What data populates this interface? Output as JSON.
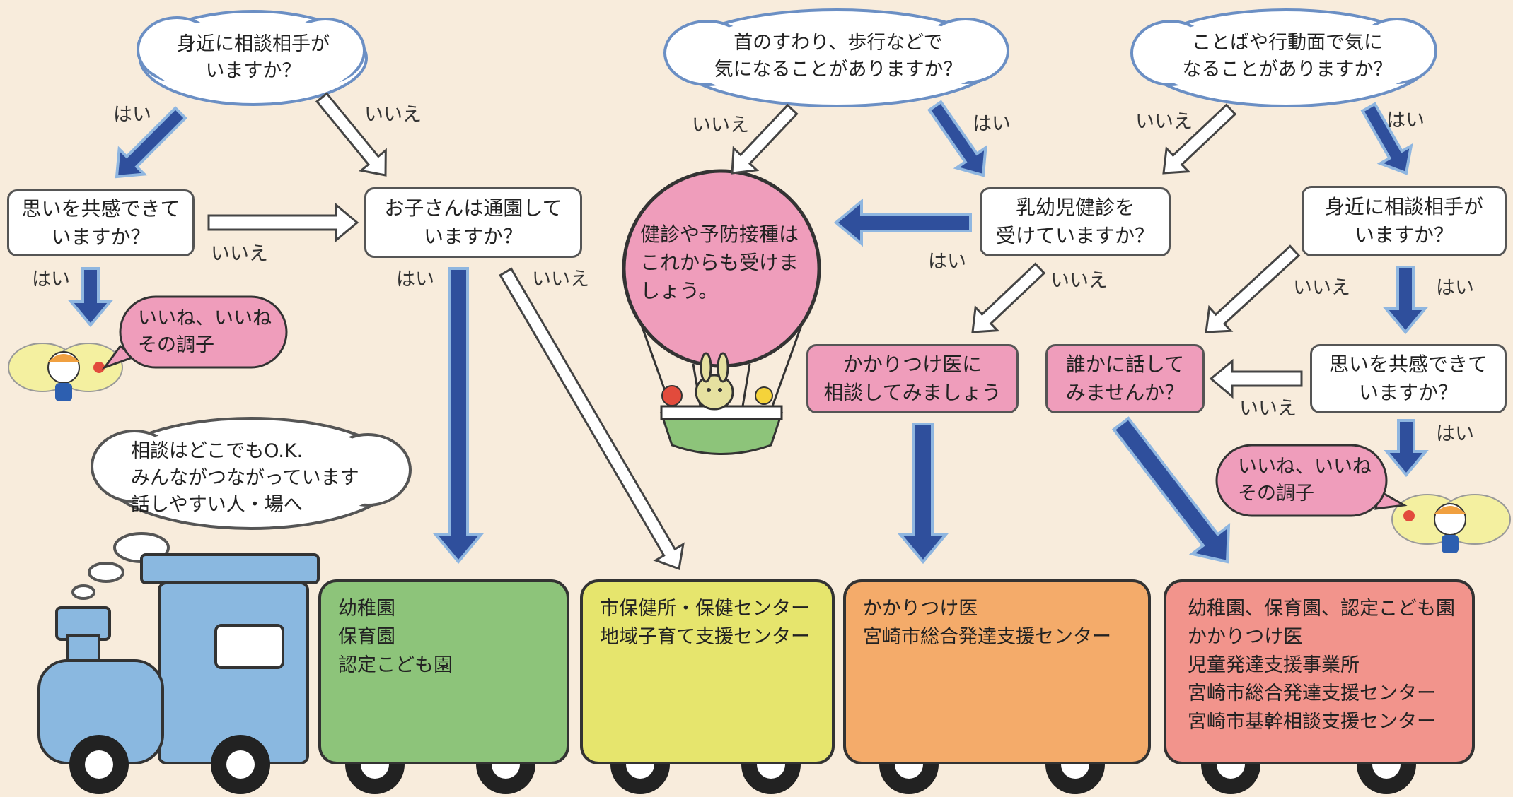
{
  "clouds": {
    "top_left": "身近に相談相手が\nいますか？",
    "top_mid": "首のすわり、歩行などで\n気になることがありますか？",
    "top_right": "ことばや行動面で気に\nなることがありますか？",
    "train": "相談はどこでもO.K.\nみんながつながっています\n話しやすい人・場へ"
  },
  "boxes": {
    "empathy_left": "思いを共感できて\nいますか？",
    "nursery_q": "お子さんは通園して\nいますか？",
    "checkup_q": "乳幼児健診を\n受けていますか？",
    "consult_right": "身近に相談相手が\nいますか？",
    "family_doctor": "かかりつけ医に\n相談してみましょう",
    "talk_someone": "誰かに話して\nみませんか？",
    "empathy_right": "思いを共感できて\nいますか？"
  },
  "balloon_text": "健診や予防接種は\nこれからも受けま\nしょう。",
  "speech": {
    "left": "いいね、いいね\nその調子",
    "right": "いいね、いいね\nその調子"
  },
  "labels": {
    "yes": "はい",
    "no": "いいえ"
  },
  "cars": [
    {
      "color": "#8dc47a",
      "lines": [
        "幼稚園",
        "保育園",
        "認定こども園"
      ]
    },
    {
      "color": "#e6e56d",
      "lines": [
        "市保健所・保健センター",
        "地域子育て支援センター"
      ]
    },
    {
      "color": "#f4ab6a",
      "lines": [
        "かかりつけ医",
        "宮崎市総合発達支援センター"
      ]
    },
    {
      "color": "#f2948c",
      "lines": [
        "幼稚園、保育園、認定こども園",
        "かかりつけ医",
        "児童発達支援事業所",
        "宮崎市総合発達支援センター",
        "宮崎市基幹相談支援センター"
      ]
    }
  ],
  "colors": {
    "background": "#f8ecdc",
    "arrow_blue": "#2f4f9c",
    "arrow_blue_edge": "#8fb6e0",
    "pink": "#ef9dbb",
    "engine": "#8ab8e0",
    "cloud": "#ffffff"
  }
}
